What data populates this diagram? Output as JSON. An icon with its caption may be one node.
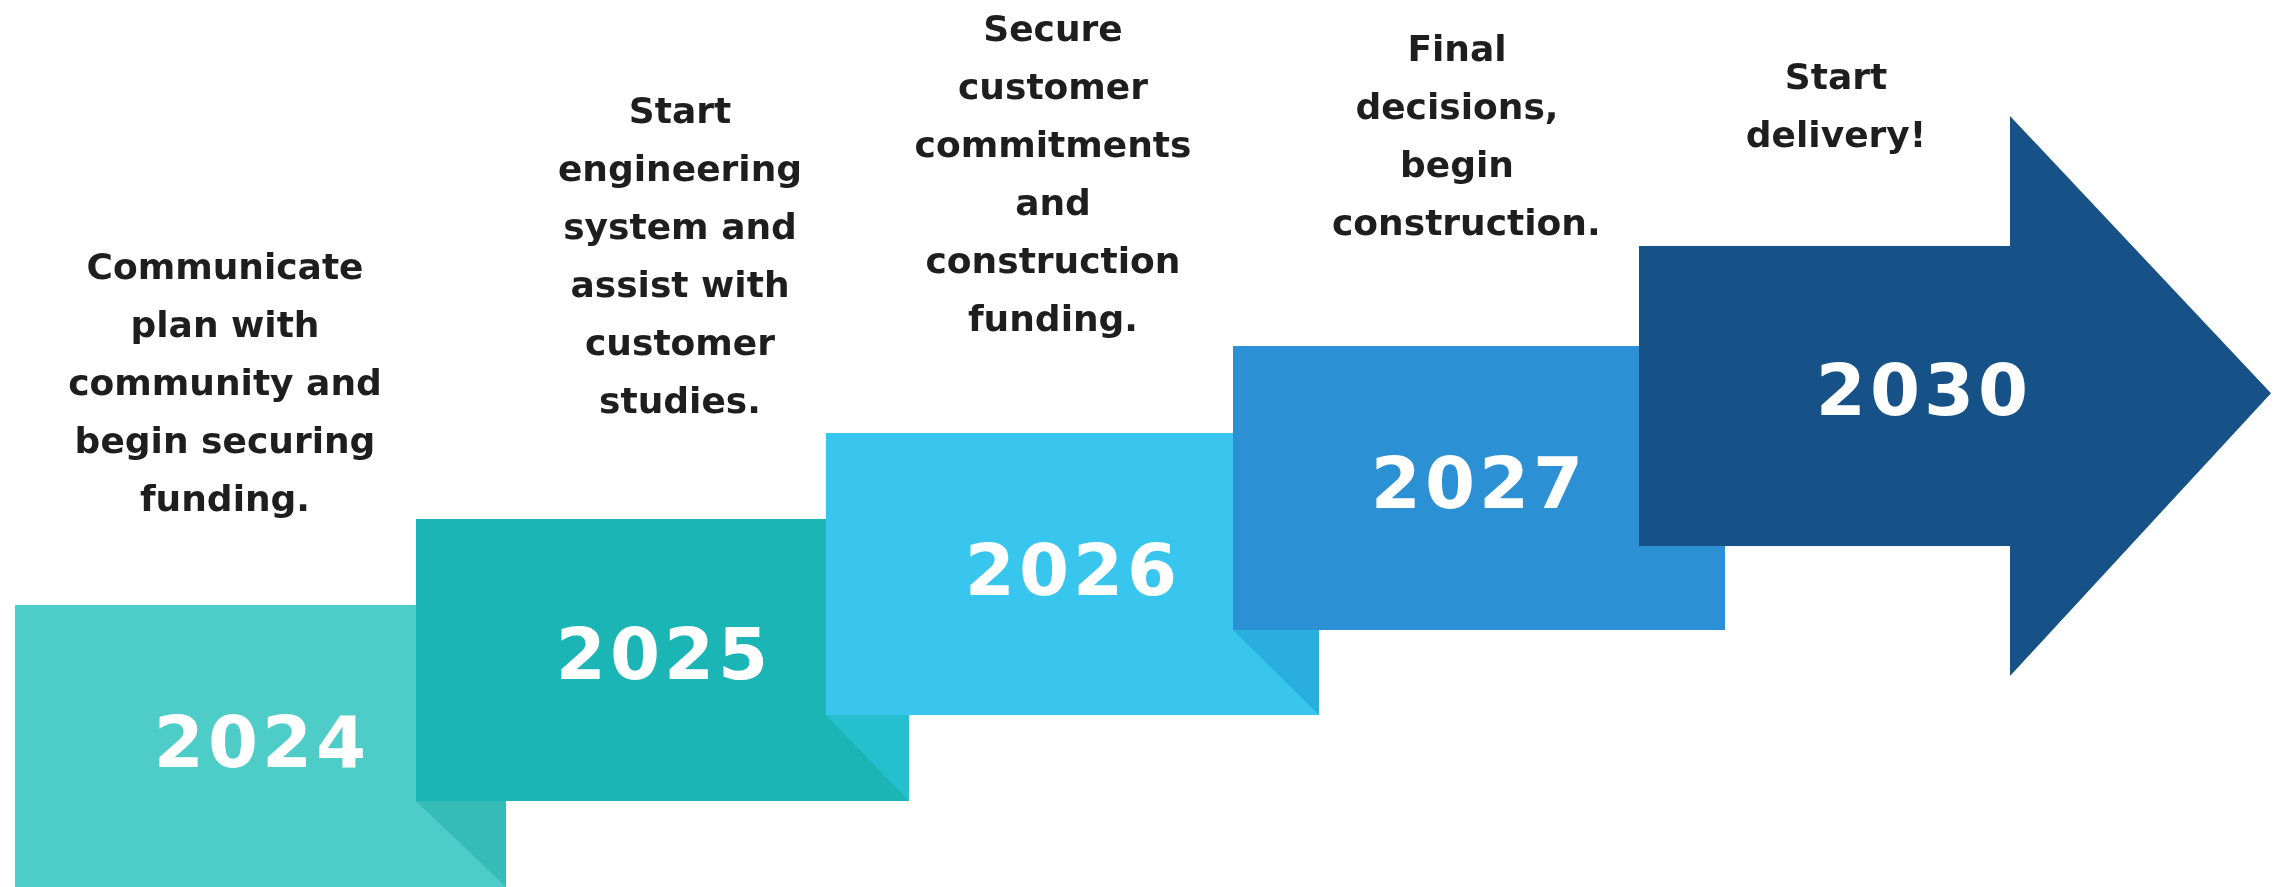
{
  "diagram": {
    "nodes": [
      {
        "text": [
          "2024"
        ]
      },
      {
        "text": [
          "2025"
        ]
      },
      {
        "text": [
          "2026"
        ]
      },
      {
        "text": [
          "2027"
        ]
      },
      {
        "text": [
          "2030"
        ]
      }
    ],
    "labels": [
      "Communicate plan with community and begin securing funding.",
      "Start engineering system and assist with customer studies.",
      "Secure customer commitments and construction funding.",
      "Final decisions, begin construction.",
      "Start delivery!"
    ]
  }
}
